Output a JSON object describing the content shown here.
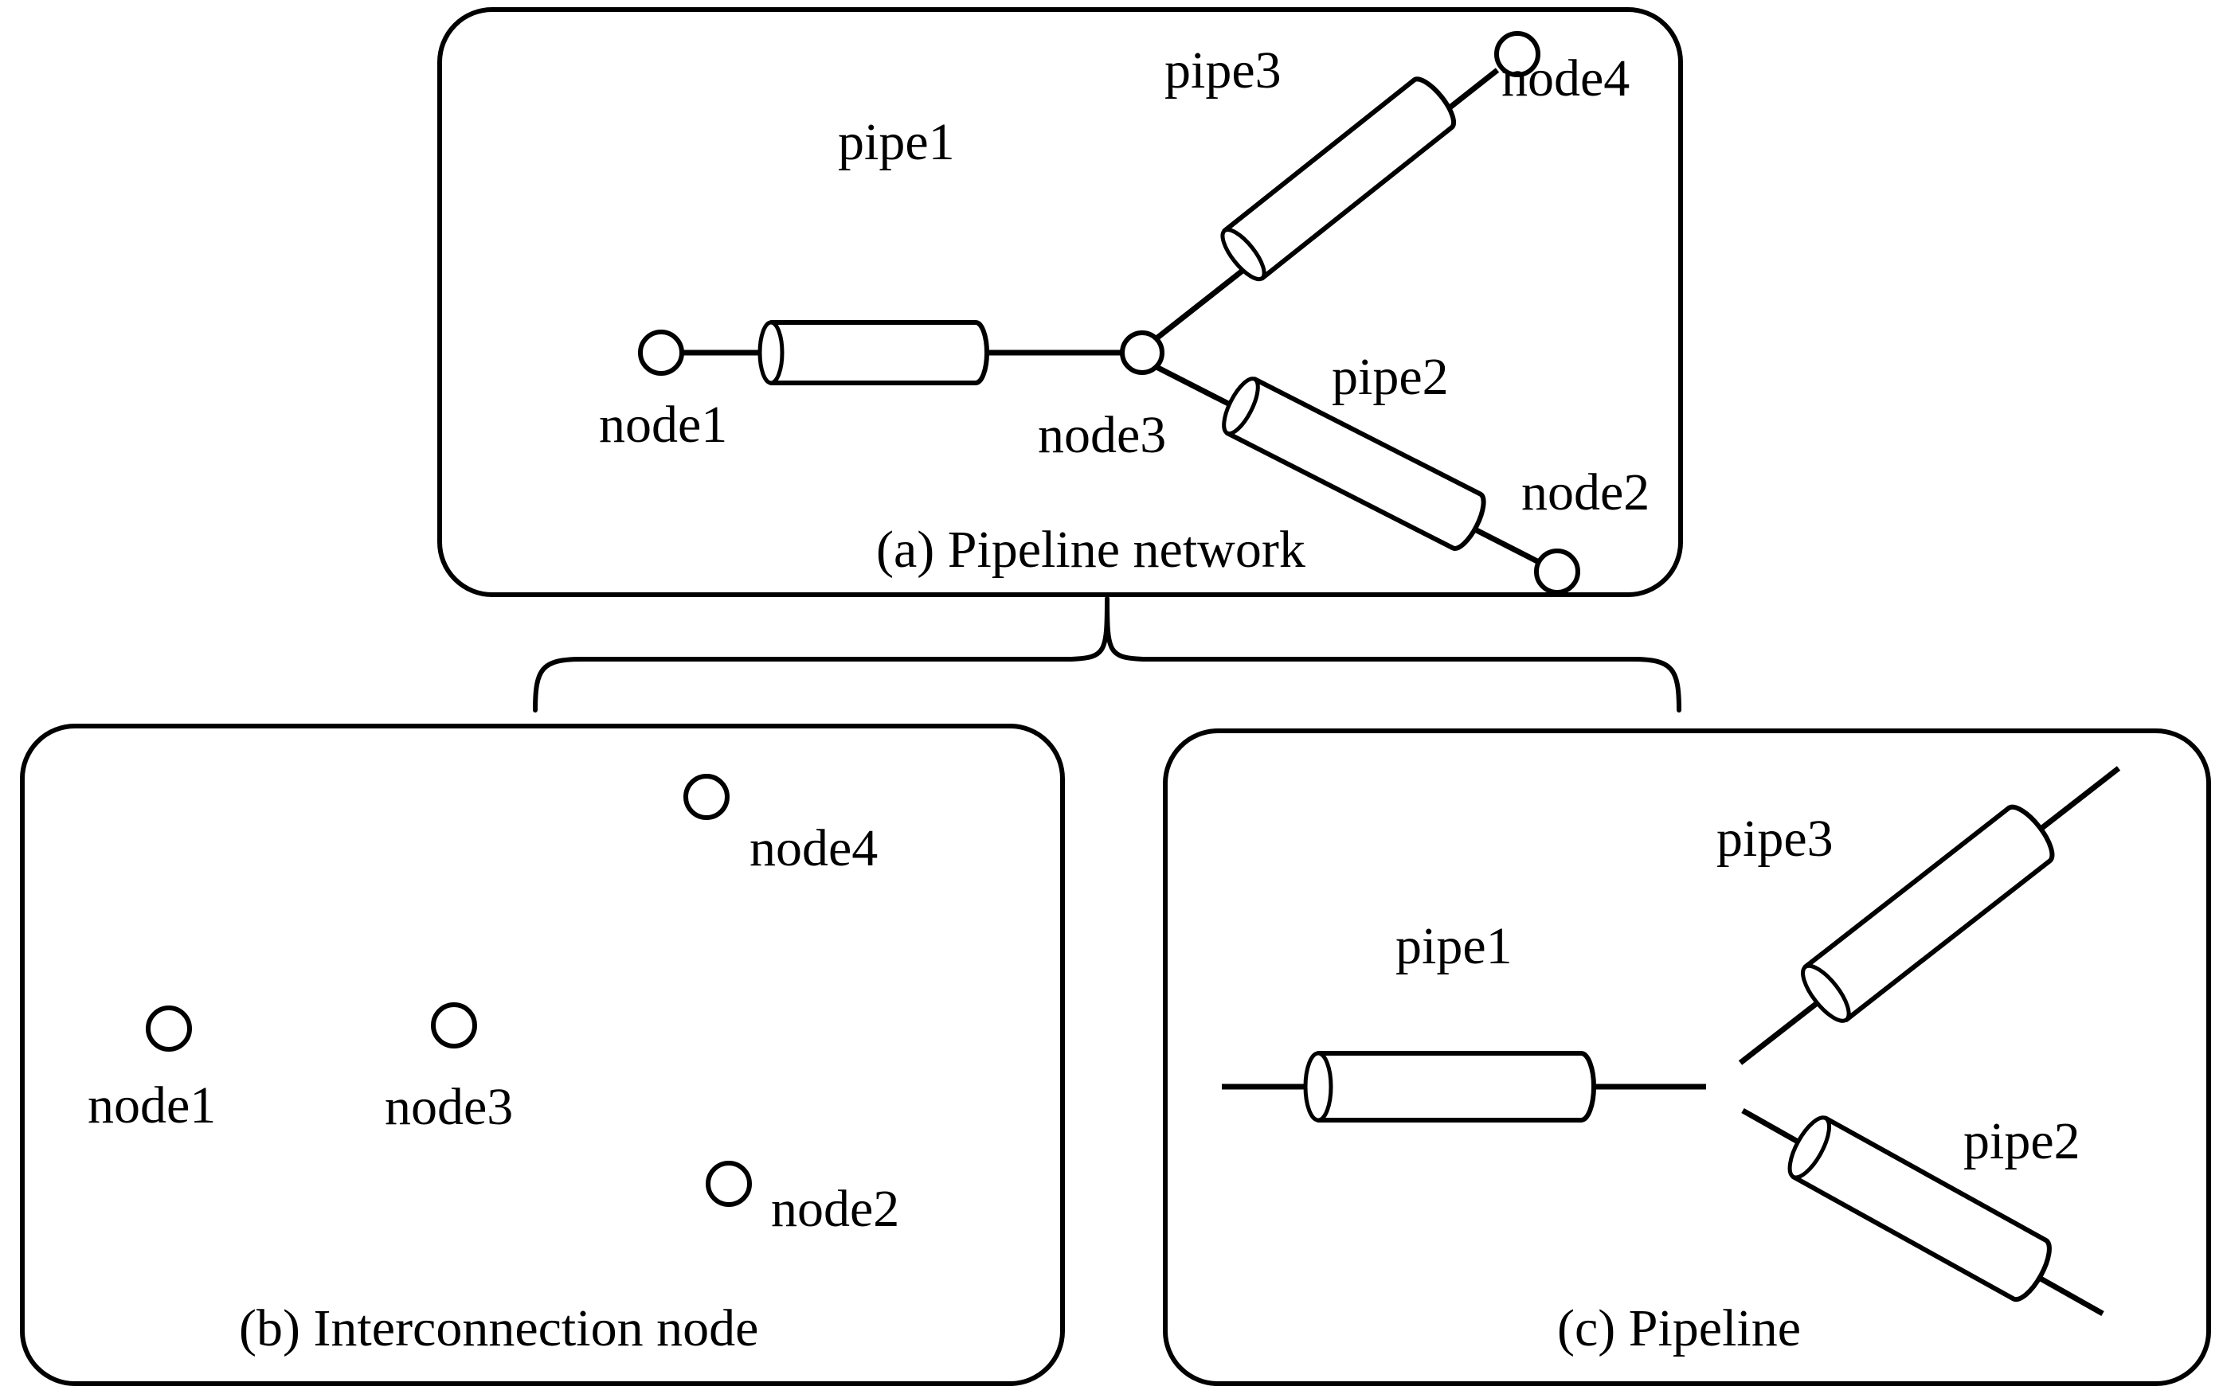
{
  "figure": {
    "title": "Pipeline network decomposition diagram",
    "panels": [
      {
        "id": "a",
        "caption": "(a) Pipeline network",
        "nodes": [
          {
            "name": "node1",
            "label": "node1"
          },
          {
            "name": "node3",
            "label": "node3"
          },
          {
            "name": "node4",
            "label": "node4"
          },
          {
            "name": "node2",
            "label": "node2"
          }
        ],
        "pipes": [
          {
            "name": "pipe1",
            "label": "pipe1"
          },
          {
            "name": "pipe3",
            "label": "pipe3"
          },
          {
            "name": "pipe2",
            "label": "pipe2"
          }
        ]
      },
      {
        "id": "b",
        "caption": "(b) Interconnection node",
        "nodes": [
          {
            "name": "node1",
            "label": "node1"
          },
          {
            "name": "node3",
            "label": "node3"
          },
          {
            "name": "node4",
            "label": "node4"
          },
          {
            "name": "node2",
            "label": "node2"
          }
        ],
        "pipes": []
      },
      {
        "id": "c",
        "caption": "(c) Pipeline",
        "nodes": [],
        "pipes": [
          {
            "name": "pipe1",
            "label": "pipe1"
          },
          {
            "name": "pipe3",
            "label": "pipe3"
          },
          {
            "name": "pipe2",
            "label": "pipe2"
          }
        ]
      }
    ],
    "colors": {
      "stroke": "#000000",
      "fill": "#ffffff",
      "background": "#ffffff"
    }
  }
}
